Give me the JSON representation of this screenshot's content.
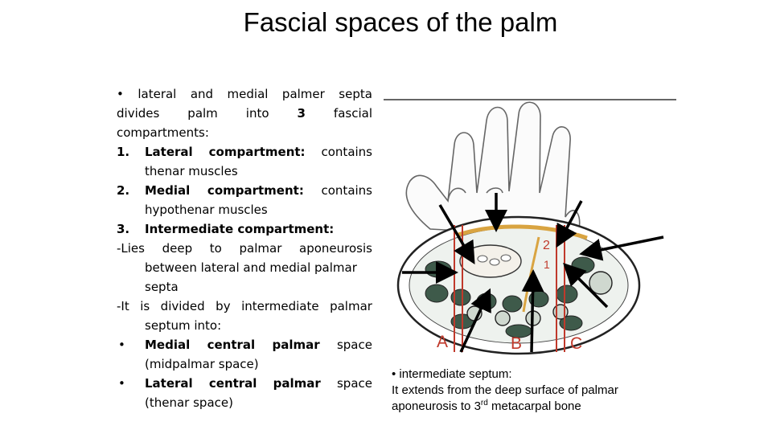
{
  "slide": {
    "title": "Fascial spaces of the palm"
  },
  "body": {
    "intro": [
      "•",
      "lateral",
      "and",
      "medial",
      "palmer",
      "septa"
    ],
    "intro2": [
      "divides",
      "palm",
      "into",
      "3",
      "fascial"
    ],
    "intro3": "compartments:",
    "items": [
      {
        "num": "1.",
        "lead": [
          "Lateral",
          "compartment:",
          "contains"
        ],
        "cont": "thenar muscles"
      },
      {
        "num": "2.",
        "lead": [
          "Medial",
          "compartment:",
          "contains"
        ],
        "cont": "hypothenar muscles"
      },
      {
        "num": "3.",
        "heading": "Intermediate compartment:"
      }
    ],
    "lies": [
      "-Lies",
      "deep",
      "to",
      "palmar",
      "aponeurosis"
    ],
    "lies_cont": [
      "between lateral and medial palmar",
      "septa"
    ],
    "divided": [
      "-It",
      "is",
      "divided",
      "by",
      "intermediate",
      "palmar"
    ],
    "divided_cont": "septum into:",
    "bullets": [
      {
        "mark": "•",
        "words": [
          "Medial",
          "central",
          "palmar",
          "space"
        ],
        "cont": "(midpalmar space)"
      },
      {
        "mark": "•",
        "words": [
          "Lateral",
          "central",
          "palmar",
          "space"
        ],
        "cont": "(thenar space)"
      }
    ]
  },
  "figure": {
    "label_A": "A",
    "label_B": "B",
    "label_C": "C",
    "label_1": "1",
    "label_2": "2",
    "colors": {
      "label_red": "#c0392b",
      "arrow": "#000000",
      "septum": "#d9a441"
    }
  },
  "caption": {
    "line1": "• intermediate septum:",
    "line2": "It extends from the deep surface of palmar",
    "line3_pre": "aponeurosis to 3",
    "line3_sup": "rd",
    "line3_post": " metacarpal bone"
  }
}
